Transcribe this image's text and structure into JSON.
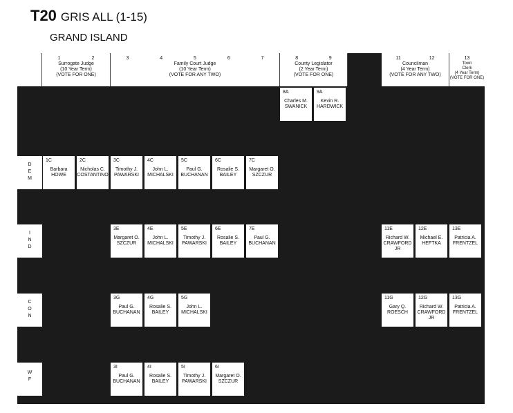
{
  "header": {
    "code": "T20",
    "title": "GRIS ALL (1-15)",
    "location": "GRAND ISLAND"
  },
  "offices": [
    {
      "nums": [
        "1",
        "2"
      ],
      "text": "Surrogate Judge\n(10 Year Term)\n(VOTE FOR ONE)"
    },
    {
      "nums": [
        "3",
        "4",
        "5",
        "6",
        "7"
      ],
      "text": "Family Court Judge\n(10 Year Term)\n(VOTE FOR ANY TWO)"
    },
    {
      "nums": [
        "8",
        "9"
      ],
      "text": "County Legislator\n(2 Year Term)\n(VOTE FOR ONE)"
    },
    {
      "nums": [
        "11",
        "12"
      ],
      "text": "Councilman\n(4 Year Term)\n(VOTE FOR ANY TWO)"
    },
    {
      "nums": [
        "13"
      ],
      "text": "Town\nClerk\n(4 Year Term)\n(VOTE FOR ONE)"
    }
  ],
  "parties": [
    "D\nE\nM",
    "I\nN\nD",
    "C\nO\nN",
    "W\nF"
  ],
  "candidates": [
    {
      "id": "8A",
      "name": "Charles M.\nSWANICK"
    },
    {
      "id": "9A",
      "name": "Kevin R.\nHARDWICK"
    },
    {
      "id": "1C",
      "name": "Barbara\nHOWE"
    },
    {
      "id": "2C",
      "name": "Nicholas C.\nCOSTANTINO"
    },
    {
      "id": "3C",
      "name": "Timothy J.\nPAWARSKI"
    },
    {
      "id": "4C",
      "name": "John L.\nMICHALSKI"
    },
    {
      "id": "5C",
      "name": "Paul G.\nBUCHANAN"
    },
    {
      "id": "6C",
      "name": "Rosalie S.\nBAILEY"
    },
    {
      "id": "7C",
      "name": "Margaret O.\nSZCZUR"
    },
    {
      "id": "3E",
      "name": "Margaret O.\nSZCZUR"
    },
    {
      "id": "4E",
      "name": "John L.\nMICHALSKI"
    },
    {
      "id": "5E",
      "name": "Timothy J.\nPAWARSKI"
    },
    {
      "id": "6E",
      "name": "Rosalie S.\nBAILEY"
    },
    {
      "id": "7E",
      "name": "Paul G.\nBUCHANAN"
    },
    {
      "id": "11E",
      "name": "Richard W.\nCRAWFORD JR"
    },
    {
      "id": "12E",
      "name": "Michael E.\nHEFTKA"
    },
    {
      "id": "13E",
      "name": "Patricia A.\nFRENTZEL"
    },
    {
      "id": "3G",
      "name": "Paul G.\nBUCHANAN"
    },
    {
      "id": "4G",
      "name": "Rosalie S.\nBAILEY"
    },
    {
      "id": "5G",
      "name": "John L.\nMICHALSKI"
    },
    {
      "id": "11G",
      "name": "Gary Q.\nROESCH"
    },
    {
      "id": "12G",
      "name": "Richard W.\nCRAWFORD JR"
    },
    {
      "id": "13G",
      "name": "Patricia A.\nFRENTZEL"
    },
    {
      "id": "3I",
      "name": "Paul G.\nBUCHANAN"
    },
    {
      "id": "4I",
      "name": "Rosalie S.\nBAILEY"
    },
    {
      "id": "5I",
      "name": "Timothy J.\nPAWARSKI"
    },
    {
      "id": "6I",
      "name": "Margaret O.\nSZCZUR"
    }
  ]
}
